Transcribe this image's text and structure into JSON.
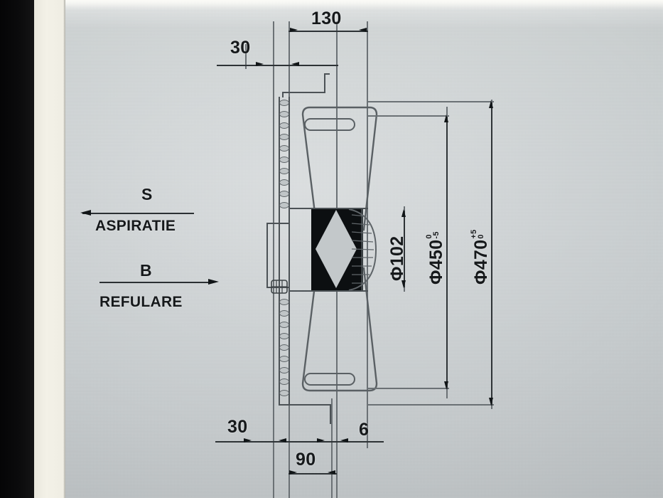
{
  "document": {
    "type": "technical-drawing",
    "subject": "Axial fan / ventilator cross-section",
    "language": "ro"
  },
  "legend": {
    "suction": {
      "letter": "S",
      "word": "ASPIRATIE",
      "arrow_direction": "left"
    },
    "discharge": {
      "letter": "B",
      "word": "REFULARE",
      "arrow_direction": "right"
    }
  },
  "dimensions": {
    "top": [
      {
        "name": "dim-130",
        "value": "130"
      },
      {
        "name": "dim-30-top",
        "value": "30"
      }
    ],
    "bottom": [
      {
        "name": "dim-30-bottom",
        "value": "30"
      },
      {
        "name": "dim-90",
        "value": "90"
      },
      {
        "name": "dim-6",
        "value": "6"
      }
    ],
    "vertical": [
      {
        "name": "dim-dia-102",
        "value": "Φ102",
        "tolerance_upper": "",
        "tolerance_lower": ""
      },
      {
        "name": "dim-dia-450",
        "value": "Φ450",
        "tolerance_upper": "0",
        "tolerance_lower": "-5"
      },
      {
        "name": "dim-dia-470",
        "value": "Φ470",
        "tolerance_upper": "+5",
        "tolerance_lower": "0"
      }
    ]
  },
  "colors": {
    "page_background": "#c8cdcf",
    "film_border": "#0b0b0c",
    "paper_edge": "#efede3",
    "line": "#4c5256",
    "text": "#16191b"
  }
}
